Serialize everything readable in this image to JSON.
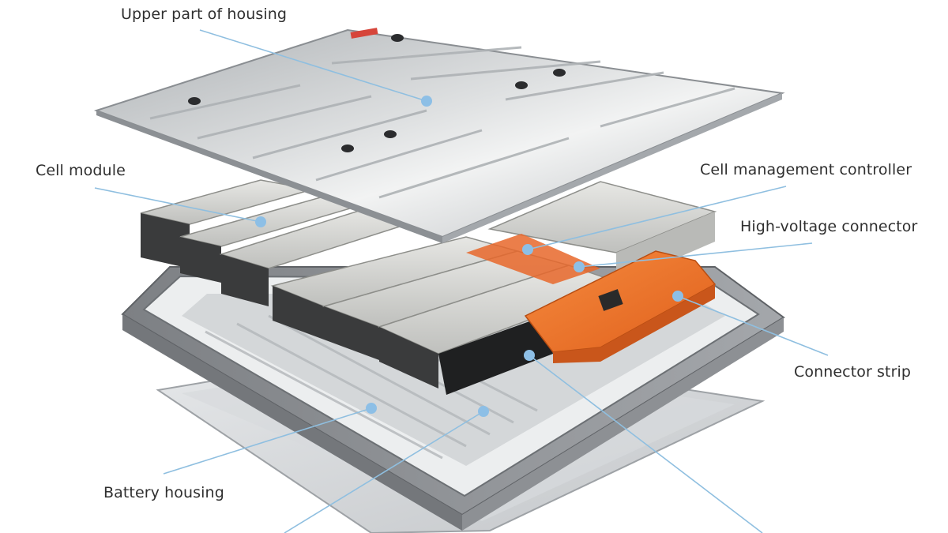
{
  "labels": {
    "upper_housing": "Upper part of housing",
    "cell_module": "Cell module",
    "cell_management_controller": "Cell management controller",
    "high_voltage_connector": "High-voltage connector",
    "connector_strip": "Connector strip",
    "battery_housing": "Battery housing"
  },
  "colors": {
    "callout_line": "#8fbfe0",
    "callout_dot": "#8dbfe6",
    "lid": "#c9ccce",
    "housing_frame": "#8f9296",
    "module": "#d2d3d0",
    "connector_orange": "#f0732a",
    "label_text": "#2f2f2f"
  }
}
